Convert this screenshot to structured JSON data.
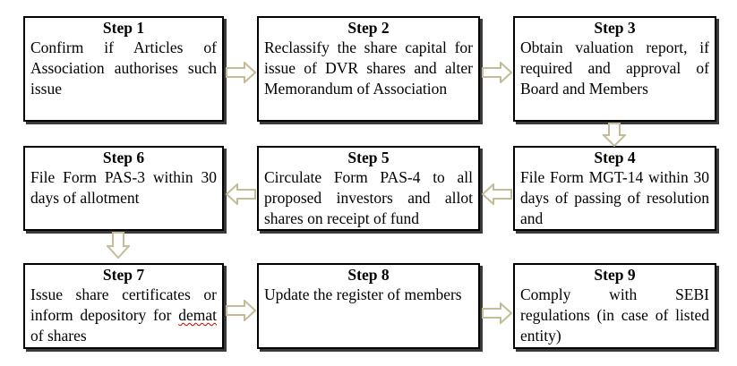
{
  "steps": {
    "s1": {
      "title": "Step 1",
      "text": "Confirm if Articles of Association authorises such issue"
    },
    "s2": {
      "title": "Step 2",
      "text": "Reclassify the share capital for issue of DVR shares and alter Memorandum of Association"
    },
    "s3": {
      "title": "Step 3",
      "text": "Obtain valuation report, if required and approval of Board and Members"
    },
    "s4": {
      "title": "Step 4",
      "text": "File Form MGT-14 within 30 days of passing of resolution and"
    },
    "s5": {
      "title": "Step 5",
      "text": "Circulate Form PAS-4 to all proposed investors and allot shares on receipt of fund"
    },
    "s6": {
      "title": "Step 6",
      "text": "File Form PAS-3 within 30 days of allotment"
    },
    "s7": {
      "title": "Step 7",
      "text_main": "Issue share certificates or inform depository for",
      "text_flagged": "demat",
      "text_tail": " of shares"
    },
    "s8": {
      "title": "Step 8",
      "text": "Update the register of members"
    },
    "s9": {
      "title": "Step 9",
      "text": "Comply with SEBI regulations (in case of listed entity)"
    }
  },
  "colors": {
    "arrow_fill": "#ffffff",
    "arrow_stroke": "#c4bc96",
    "border": "#000000",
    "spellcheck": "#d00000"
  }
}
